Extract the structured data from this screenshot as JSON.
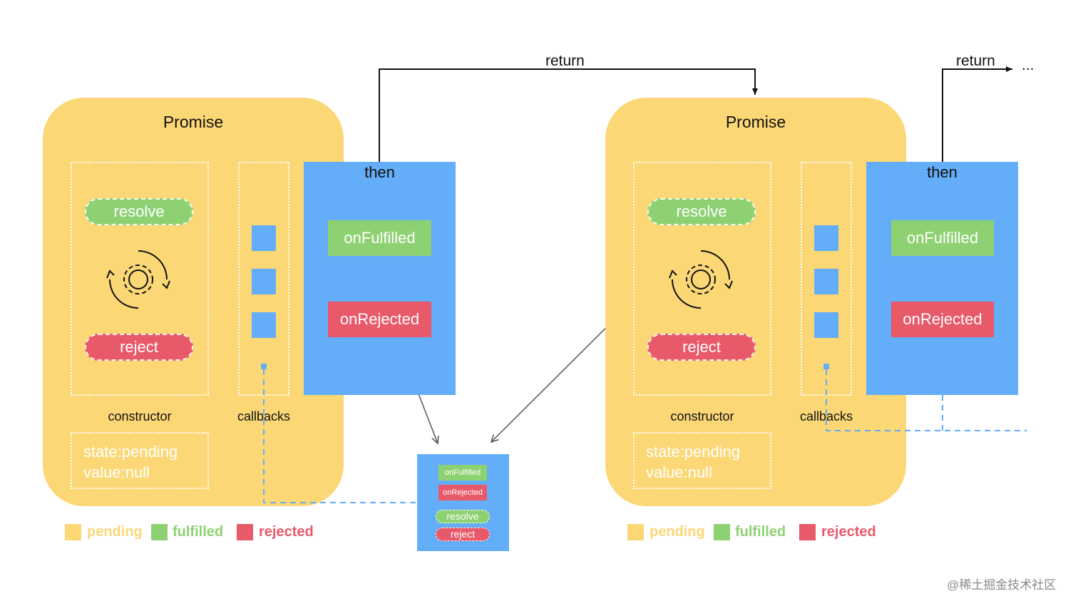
{
  "promise_blocks": [
    {
      "title": "Promise",
      "resolve_label": "resolve",
      "reject_label": "reject",
      "constructor_label": "constructor",
      "callbacks_label": "callbacks",
      "state_text": "state:pending",
      "value_text": "value:null",
      "then_label": "then",
      "on_fulfilled_label": "onFulfilled",
      "on_rejected_label": "onRejected"
    },
    {
      "title": "Promise",
      "resolve_label": "resolve",
      "reject_label": "reject",
      "constructor_label": "constructor",
      "callbacks_label": "callbacks",
      "state_text": "state:pending",
      "value_text": "value:null",
      "then_label": "then",
      "on_fulfilled_label": "onFulfilled",
      "on_rejected_label": "onRejected"
    }
  ],
  "legend": {
    "pending": "pending",
    "fulfilled": "fulfilled",
    "rejected": "rejected"
  },
  "mini_box": {
    "on_fulfilled": "onFulfilled",
    "on_rejected": "onRejected",
    "resolve": "resolve",
    "reject": "reject"
  },
  "return_label_1": "return",
  "return_label_2": "return",
  "ellipsis": "...",
  "watermark": "@稀土掘金技术社区",
  "colors": {
    "pending": "#fbd776",
    "fulfilled": "#8ed173",
    "rejected": "#e8596a",
    "then": "#64adf8"
  },
  "icons": [
    "gear-cycle-icon"
  ]
}
